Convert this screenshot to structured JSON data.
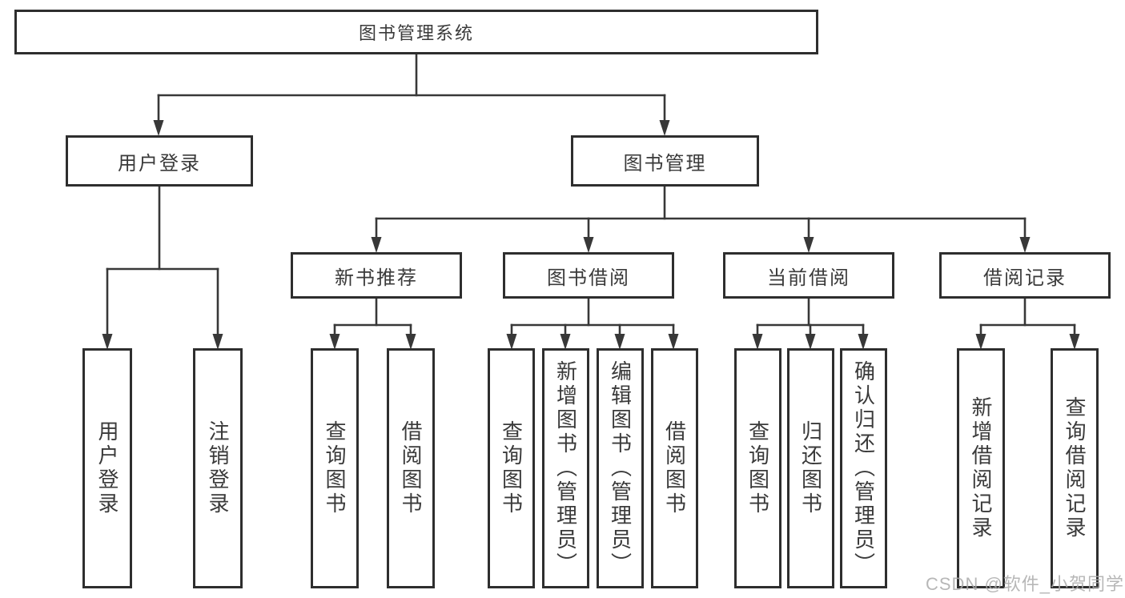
{
  "root": {
    "label": "图书管理系统"
  },
  "branches": {
    "user_login": {
      "label": "用户登录",
      "children": [
        {
          "label": "用户登录"
        },
        {
          "label": "注销登录"
        }
      ]
    },
    "book_management": {
      "label": "图书管理",
      "children": [
        {
          "label": "新书推荐",
          "children": [
            {
              "label": "查询图书"
            },
            {
              "label": "借阅图书"
            }
          ]
        },
        {
          "label": "图书借阅",
          "children": [
            {
              "label": "查询图书"
            },
            {
              "label": "新增图书（管理员）"
            },
            {
              "label": "编辑图书（管理员）"
            },
            {
              "label": "借阅图书"
            }
          ]
        },
        {
          "label": "当前借阅",
          "children": [
            {
              "label": "查询图书"
            },
            {
              "label": "归还图书"
            },
            {
              "label": "确认归还（管理员）"
            }
          ]
        },
        {
          "label": "借阅记录",
          "children": [
            {
              "label": "新增借阅记录"
            },
            {
              "label": "查询借阅记录"
            }
          ]
        }
      ]
    }
  },
  "watermark": {
    "text": "CSDN @软件_小贺同学"
  },
  "colors": {
    "line": "#383838",
    "border": "#2e2e2e",
    "text": "#3a3a3a",
    "background": "#ffffff",
    "watermark": "#ababab"
  }
}
